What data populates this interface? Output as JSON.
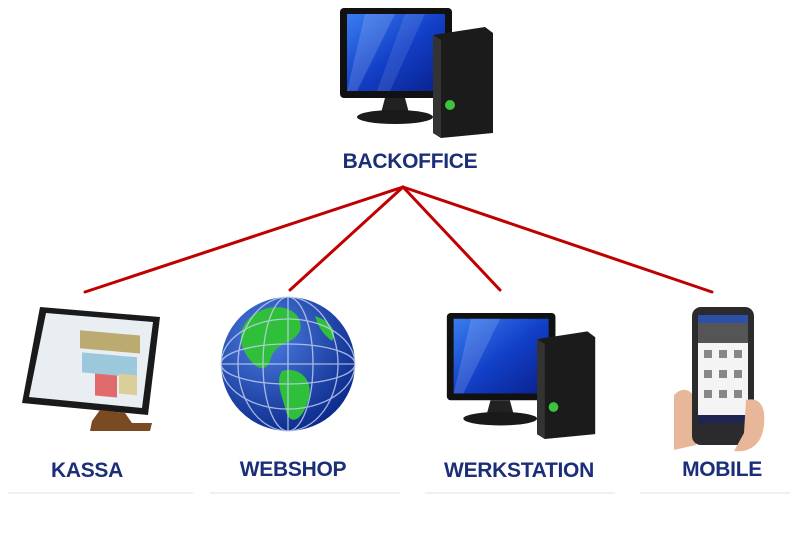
{
  "diagram": {
    "root": {
      "label": "BACKOFFICE",
      "icon": "desktop-computer-icon"
    },
    "children": [
      {
        "label": "KASSA",
        "icon": "pos-terminal-icon"
      },
      {
        "label": "WEBSHOP",
        "icon": "globe-icon"
      },
      {
        "label": "WERKSTATION",
        "icon": "desktop-computer-icon"
      },
      {
        "label": "MOBILE",
        "icon": "mobile-handheld-icon"
      }
    ],
    "colors": {
      "connector": "#c00000",
      "label": "#1b2f78"
    }
  }
}
